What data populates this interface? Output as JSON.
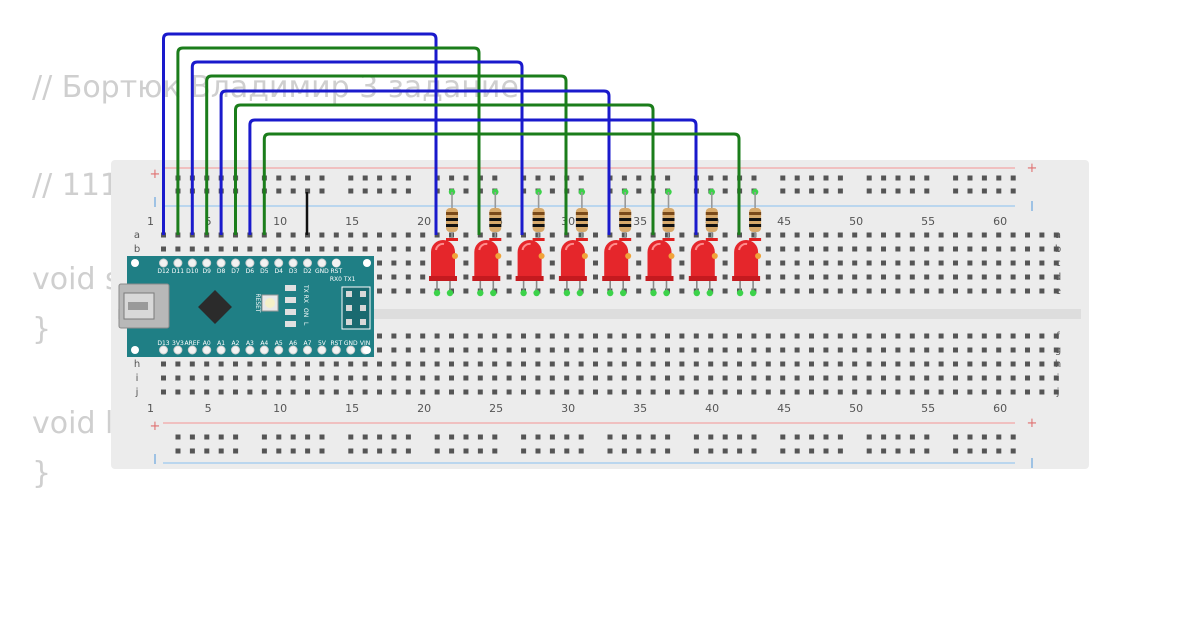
{
  "code": {
    "lines": [
      "// Бортюк Владимир 3 задание",
      "// 111",
      "void setup() {",
      "}",
      "void loop() {",
      "}"
    ]
  },
  "breadboard": {
    "column_labels": [
      "1",
      "5",
      "10",
      "15",
      "20",
      "25",
      "30",
      "35",
      "40",
      "45",
      "50",
      "55",
      "60"
    ],
    "row_labels_top": [
      "a",
      "b",
      "c",
      "d",
      "e"
    ],
    "row_labels_bottom": [
      "f",
      "g",
      "h",
      "i",
      "j"
    ],
    "rail_plus": "+",
    "rail_minus": "-"
  },
  "arduino": {
    "top_pin_labels": [
      "D12",
      "D11",
      "D10",
      "D9",
      "D8",
      "D7",
      "D6",
      "D5",
      "D4",
      "D3",
      "D2",
      "GND",
      "RST",
      "RX0",
      "TX1"
    ],
    "bottom_pin_labels": [
      "D13",
      "3V3",
      "AREF",
      "A0",
      "A1",
      "A2",
      "A3",
      "A4",
      "A5",
      "A6",
      "A7",
      "5V",
      "RST",
      "GND",
      "VIN"
    ],
    "reset_label": "RESET",
    "txrx_label": "TX RX",
    "on_label": "ON",
    "l_label": "L"
  },
  "led_count": 8,
  "colors": {
    "wire_blue": "#1a1acc",
    "wire_green": "#1b7d1b",
    "led_red": "#e5262b",
    "board_teal": "#1f7f85",
    "breadboard_bg": "#ececec",
    "rail_red": "#f2a6a6",
    "rail_blue": "#9cc8f0"
  }
}
